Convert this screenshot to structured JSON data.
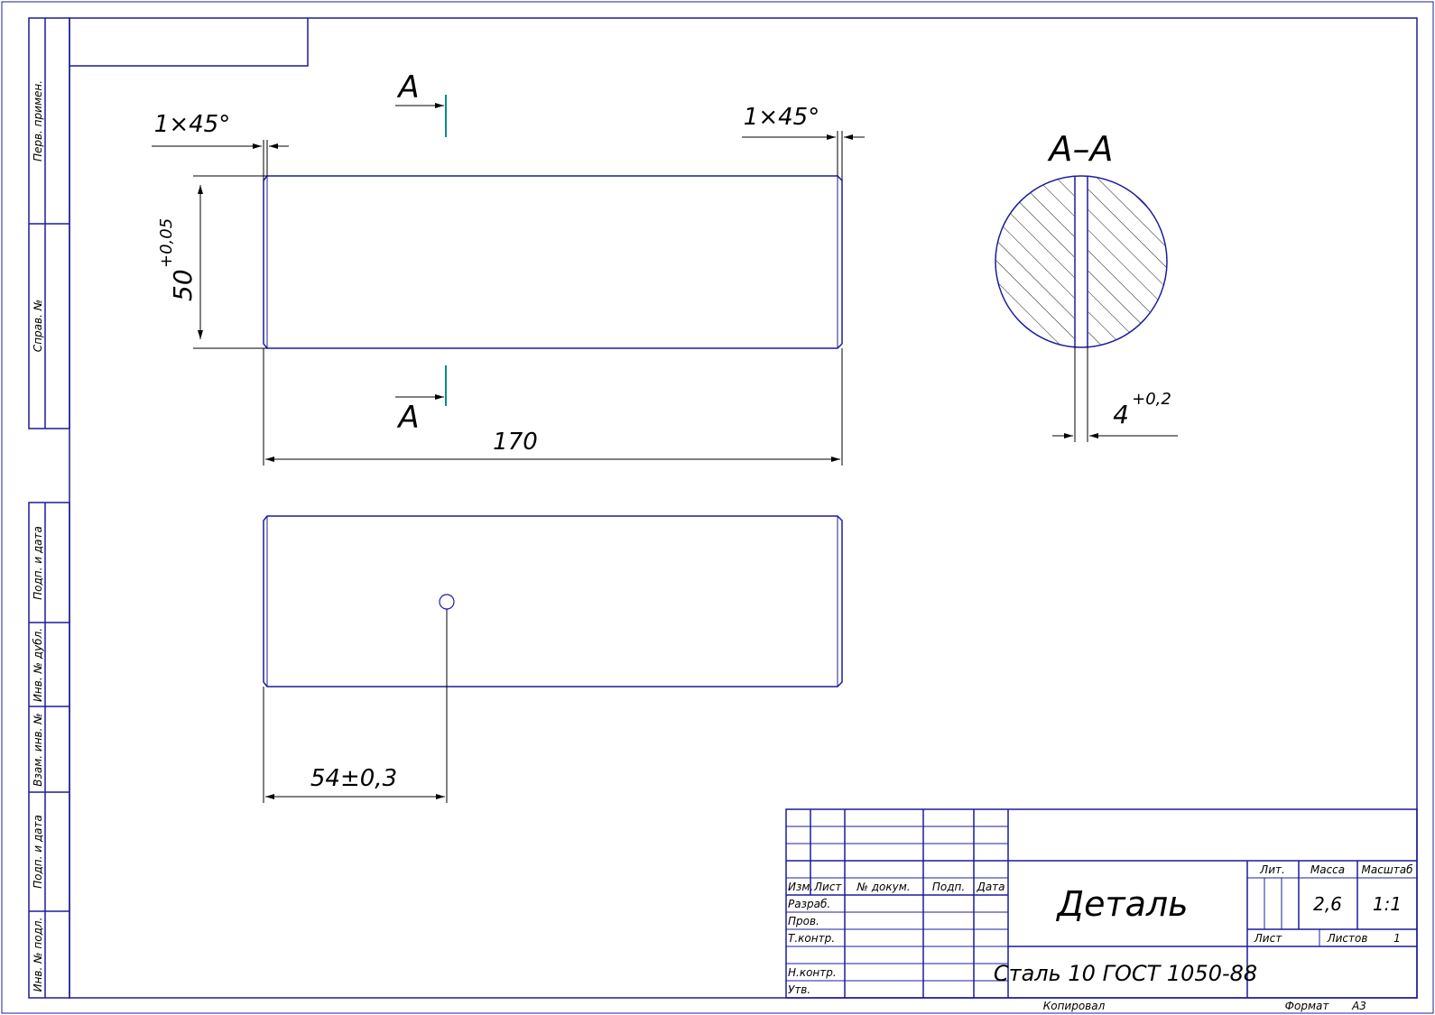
{
  "colors": {
    "line": "#1c1c9c",
    "cut": "#0a8a8a",
    "ink": "#000000"
  },
  "part_view": {
    "section_mark": "A",
    "chamfer_left": "1×45°",
    "chamfer_right": "1×45°",
    "diameter_nominal": "50",
    "diameter_tolerance": "+0,05",
    "length": "170"
  },
  "bottom_view": {
    "hole_position": "54±0,3"
  },
  "section_view": {
    "title": "А–А",
    "slot_nominal": "4",
    "slot_tolerance": "+0,2"
  },
  "side_stamp": {
    "perv_primen": "Перв. примен.",
    "sprav_no": "Справ. №",
    "podp_data_1": "Подп. и дата",
    "inv_dubl": "Инв. № дубл.",
    "vzam_inv": "Взам. инв. №",
    "podp_data_2": "Подп. и дата",
    "inv_podl": "Инв. № подл."
  },
  "title_block": {
    "col_izm": "Изм.",
    "col_list": "Лист",
    "col_dokum": "№ докум.",
    "col_podp": "Подп.",
    "col_data": "Дата",
    "row_razrab": "Разраб.",
    "row_prov": "Пров.",
    "row_tkontr": "Т.контр.",
    "row_nkontr": "Н.контр.",
    "row_utv": "Утв.",
    "name": "Деталь",
    "material": "Сталь 10  ГОСТ 1050-88",
    "lit_label": "Лит.",
    "mass_label": "Масса",
    "scale_label": "Масштаб",
    "mass_value": "2,6",
    "scale_value": "1:1",
    "sheet_label": "Лист",
    "sheets_label": "Листов",
    "sheets_value": "1",
    "copied_label": "Копировал",
    "format_label": "Формат",
    "format_value": "А3"
  }
}
